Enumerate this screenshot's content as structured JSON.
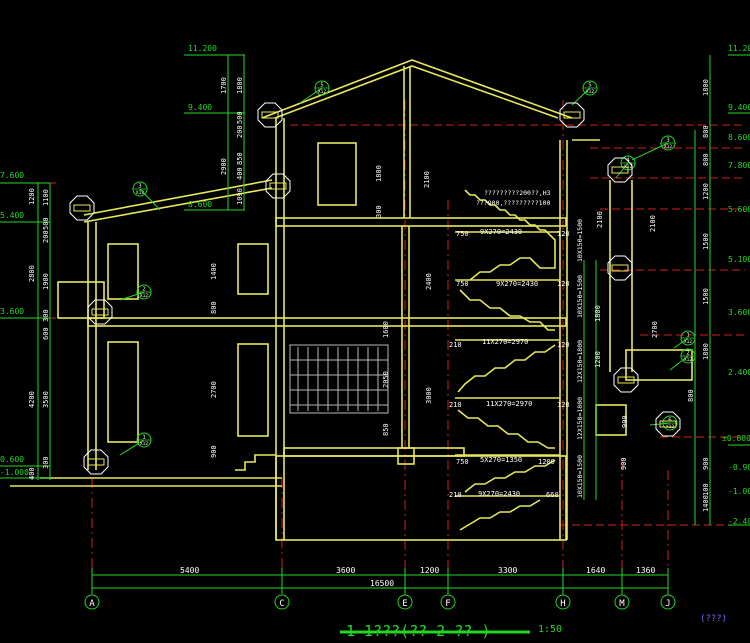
{
  "colors": {
    "background": "#000000",
    "wall": "#e8e858",
    "dimension": "#25d725",
    "text_white": "#ffffff",
    "axis_red": "#d02020",
    "fill_dim": "#b8b8b8",
    "blue_note": "#6a6aff"
  },
  "title": {
    "main": "1-1???(??  2-?? )",
    "scale": "1:50",
    "note": "(???)"
  },
  "axes": [
    {
      "id": "a",
      "label": "A"
    },
    {
      "id": "c",
      "label": "C"
    },
    {
      "id": "e",
      "label": "E"
    },
    {
      "id": "f",
      "label": "F"
    },
    {
      "id": "h",
      "label": "H"
    },
    {
      "id": "m",
      "label": "M"
    },
    {
      "id": "j",
      "label": "J"
    }
  ],
  "bottom_dims": {
    "seg_ac": "5400",
    "seg_ce": "3600",
    "seg_ef": "1200",
    "seg_fh": "3300",
    "seg_hm": "1640",
    "seg_mj": "1360",
    "total": "16500"
  },
  "left_levels": {
    "l7600": "7.600",
    "l5400": "5.400",
    "l3600": "3.600",
    "l0600": "0.600",
    "l1000": "-1.000"
  },
  "left_dims": {
    "d1200": "1200",
    "d500": "500",
    "d200a": "200",
    "d1100": "1100",
    "d2800": "2800",
    "d1900": "1900",
    "d300a": "300",
    "d600": "600",
    "d4200": "4200",
    "d3500": "3500",
    "d300b": "300",
    "d400": "400"
  },
  "top_levels": {
    "l11200": "11.200",
    "l9400": "9.400",
    "l8600": "8.600"
  },
  "top_dims": {
    "d1700": "1700",
    "d1800": "1800",
    "d500": "500",
    "d200": "200",
    "d2900": "2900",
    "d850": "850",
    "d400": "400",
    "d1090": "1090"
  },
  "right_levels": {
    "r11200": "11.200",
    "r9400": "9.400",
    "r8600": "8.600",
    "r7800": "7.800",
    "r5600": "5.600",
    "r5100": "5.100",
    "r3600": "3.600",
    "r2400": "2.400",
    "r0000": "±0.000",
    "r0900": "-0.900",
    "r1000": "-1.000",
    "r2400n": "-2.400"
  },
  "right_dims": {
    "d1800a": "1800",
    "d800a": "800",
    "d800b": "800",
    "d1200a": "1200",
    "d1500a": "1500",
    "d1500b": "1500",
    "d1800b": "1800",
    "d800c": "800",
    "d900": "900",
    "d1400": "1400",
    "d100": "100"
  },
  "stairs": [
    {
      "id": "s1",
      "label": "9X270=2430"
    },
    {
      "id": "s2",
      "label": "9X270=2430"
    },
    {
      "id": "s3",
      "label": "11X270=2970"
    },
    {
      "id": "s4",
      "label": "11X270=2970"
    },
    {
      "id": "s5",
      "label": "5X270=1350"
    },
    {
      "id": "s6",
      "label": "9X270=2430"
    }
  ],
  "stair_dims": {
    "a750": "750",
    "a120": "120",
    "b750": "750",
    "b120": "120",
    "c210": "210",
    "c120": "120",
    "d210": "210",
    "d120": "120",
    "e750": "750",
    "e1200": "1200",
    "f210": "210",
    "f660": "660"
  },
  "riser_labels": {
    "r1": "10X150=1500",
    "r2": "10X150=1500",
    "r3": "12X150=1800",
    "r4": "12X150=1800",
    "r5": "10X150=1500"
  },
  "interior_dims": {
    "d1800a": "1800",
    "d2100a": "2100",
    "d300a": "300",
    "d1400": "1400",
    "d800a": "800",
    "d2700a": "2700",
    "d900a": "900",
    "d1600": "1600",
    "d2050": "2050",
    "d850": "850",
    "d2400a": "2400",
    "d3000": "3000",
    "d2100b": "2100",
    "d1800b": "1800",
    "d1200": "1200",
    "d900b": "900",
    "d2700b": "2700",
    "d900c": "900",
    "d2100c": "2100"
  },
  "roof_note": {
    "line1": "?????????200??,H3",
    "line2": "???900,?????????100"
  },
  "callouts": [
    {
      "id": "c1",
      "num": "5",
      "sub": "X12"
    },
    {
      "id": "c2",
      "num": "5",
      "sub": "X12"
    },
    {
      "id": "c3",
      "num": "4",
      "sub": "X12"
    },
    {
      "id": "c4",
      "num": "3",
      "sub": "X12"
    },
    {
      "id": "c5",
      "num": "2",
      "sub": "X12"
    },
    {
      "id": "c6",
      "num": "1",
      "sub": "X12"
    },
    {
      "id": "c7",
      "num": "3",
      "sub": "X12"
    },
    {
      "id": "c8",
      "num": "2",
      "sub": "X12"
    },
    {
      "id": "c9",
      "num": "6",
      "sub": "X12"
    },
    {
      "id": "c10",
      "num": "1",
      "sub": "X12"
    }
  ]
}
